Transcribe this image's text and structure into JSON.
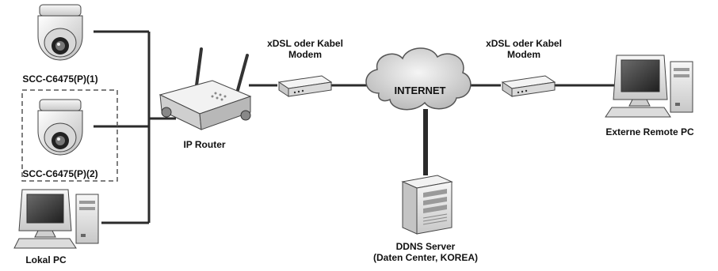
{
  "labels": {
    "camera1": "SCC-C6475(P)(1)",
    "camera2": "SCC-C6475(P)(2)",
    "local_pc": "Lokal PC",
    "router": "IP Router",
    "modem_left_line1": "xDSL oder Kabel",
    "modem_left_line2": "Modem",
    "internet": "INTERNET",
    "modem_right_line1": "xDSL oder Kabel",
    "modem_right_line2": "Modem",
    "remote_pc": "Externe Remote PC",
    "ddns_line1": "DDNS Server",
    "ddns_line2": "(Daten Center, KOREA)"
  },
  "icons": [
    "dome-camera-icon",
    "dome-camera-icon",
    "desktop-pc-icon",
    "wireless-router-icon",
    "modem-icon",
    "cloud-icon",
    "modem-icon",
    "desktop-pc-icon",
    "server-tower-icon"
  ],
  "colors": {
    "line": "#2b2b2b",
    "dashed_box": "#555555",
    "device_fill": "#e9e9e9"
  }
}
